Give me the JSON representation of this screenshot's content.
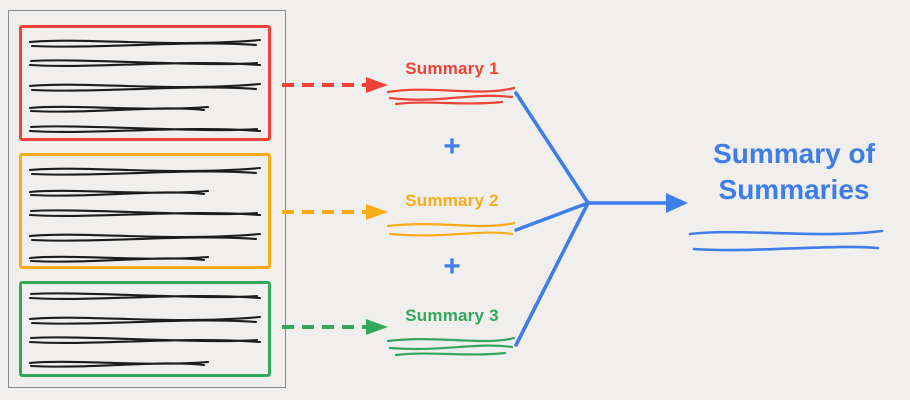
{
  "diagram": {
    "document": {
      "sections": [
        {
          "name": "section-1"
        },
        {
          "name": "section-2"
        },
        {
          "name": "section-3"
        }
      ]
    },
    "summaries": [
      {
        "label": "Summary 1"
      },
      {
        "label": "Summary 2"
      },
      {
        "label": "Summary 3"
      }
    ],
    "plus": "+",
    "result_label": "Summary of Summaries"
  },
  "colors": {
    "red": "#EE4237",
    "orange": "#FBAB18",
    "green": "#33A85C",
    "blue": "#3F7DE8",
    "ink": "#1c1c1c",
    "background": "#f0efed",
    "frame": "#8a8a8a"
  }
}
